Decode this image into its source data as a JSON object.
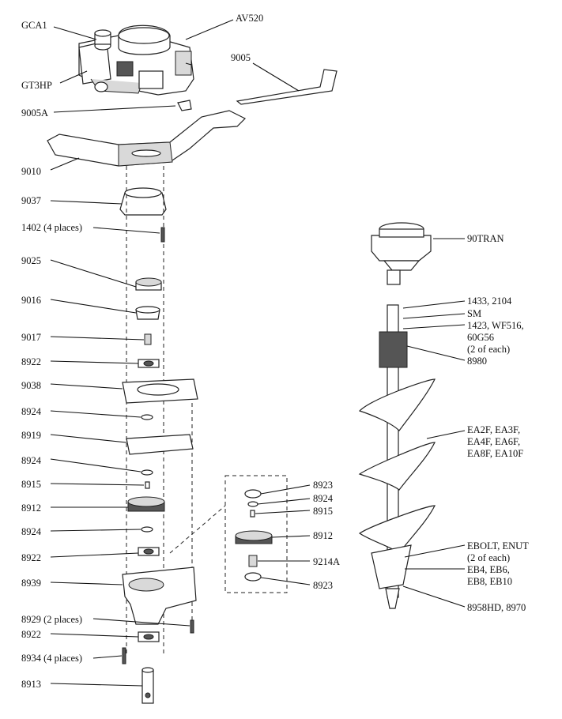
{
  "labels": {
    "gca1": "GCA1",
    "av520": "AV520",
    "gt3hp": "GT3HP",
    "p9005": "9005",
    "p9005a": "9005A",
    "p9010": "9010",
    "p9037": "9037",
    "p1402": "1402 (4 places)",
    "p9025": "9025",
    "p9016": "9016",
    "p9017": "9017",
    "p8922a": "8922",
    "p9038": "9038",
    "p8924a": "8924",
    "p8919": "8919",
    "p8924b": "8924",
    "p8915": "8915",
    "p8912": "8912",
    "p8924c": "8924",
    "p8922b": "8922",
    "p8939": "8939",
    "p8929": "8929 (2 places)",
    "p8922c": "8922",
    "p8934": "8934 (4 places)",
    "p8913": "8913",
    "k8923a": "8923",
    "k8924": "8924",
    "k8915": "8915",
    "k8912": "8912",
    "k9214a": "9214A",
    "k8923b": "8923",
    "p90tran": "90TRAN",
    "a1433": "1433, 2104",
    "asm": "SM",
    "a1423": "1423, WF516,",
    "a60g56": "60G56",
    "a2ofeach": "(2 of each)",
    "a8980": "8980",
    "ea1": "EA2F, EA3F,",
    "ea2": "EA4F, EA6F,",
    "ea3": "EA8F, EA10F",
    "eb1": "EBOLT, ENUT",
    "eb2": "(2 of each)",
    "eb3": "EB4, EB6,",
    "eb4": "EB8, EB10",
    "p8958": "8958HD, 8970"
  }
}
